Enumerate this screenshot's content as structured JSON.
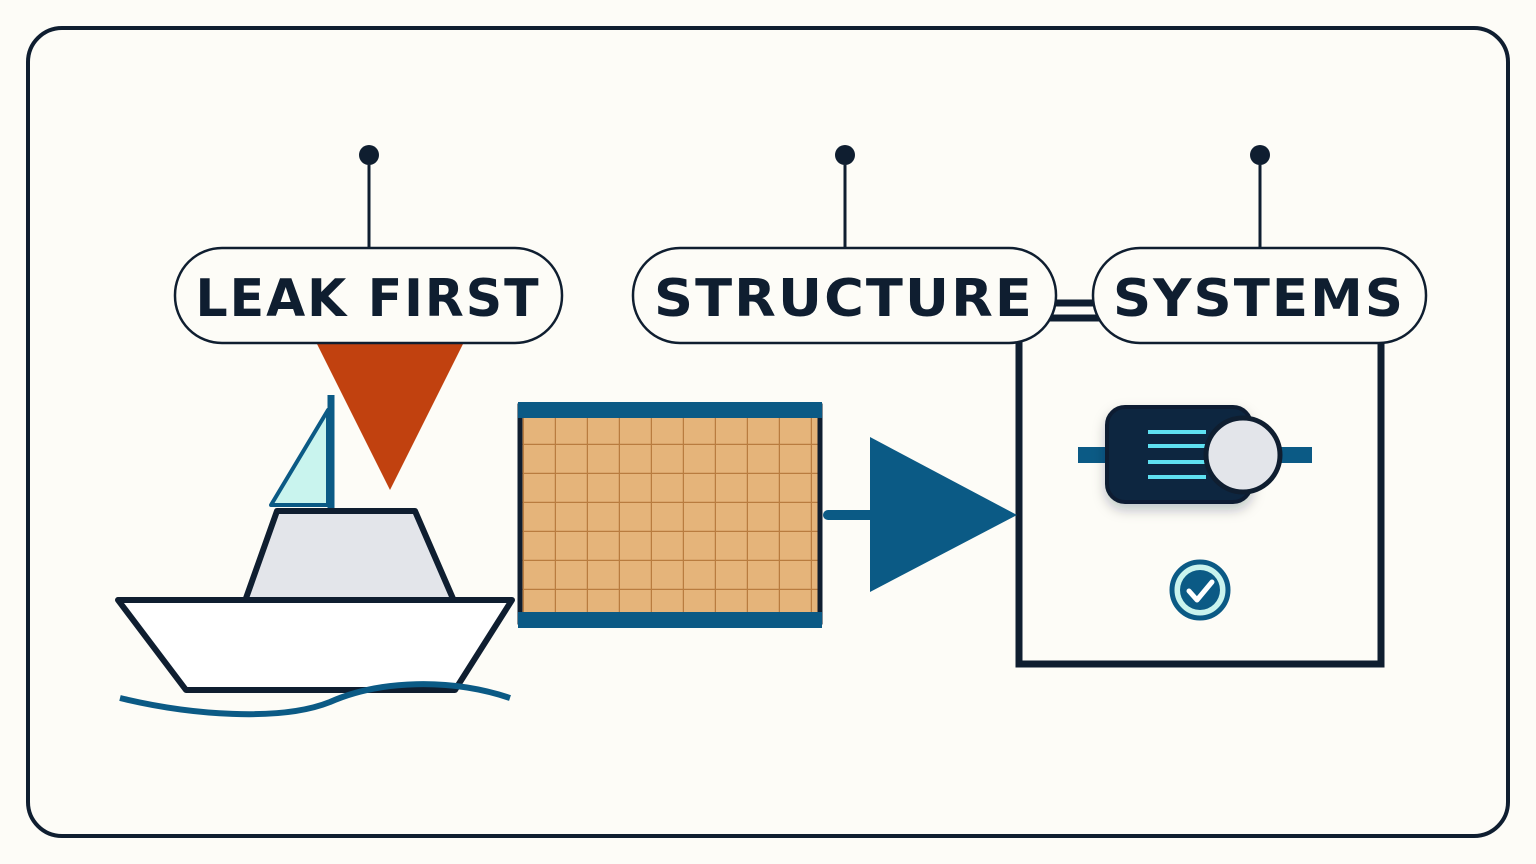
{
  "labels": {
    "leak_first": "LEAK FIRST",
    "structure": "STRUCTURE",
    "systems": "SYSTEMS"
  },
  "icons": {
    "boat": "boat-icon",
    "leak_marker": "downward-triangle-marker-icon",
    "hull_panel": "hull-grid-panel-icon",
    "flow_arrow": "right-arrow-icon",
    "pump": "pump-motor-icon",
    "check": "check-circle-icon"
  },
  "colors": {
    "background": "#fdfcf7",
    "ink": "#0f1e30",
    "accent_blue": "#0b5a85",
    "leak_orange": "#c1410f",
    "grid_tan": "#e5b47a",
    "sail_cyan": "#c9f4ee",
    "cabin_gray": "#e3e5ea"
  }
}
